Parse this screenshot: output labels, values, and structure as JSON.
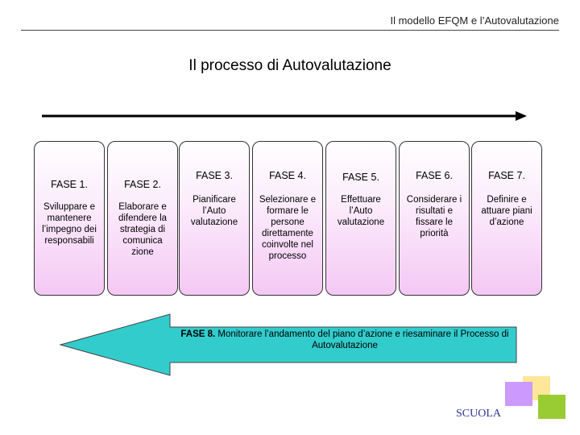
{
  "header": {
    "title": "Il modello EFQM e l’Autovalutazione"
  },
  "main_title": "Il processo di Autovalutazione",
  "phases": [
    {
      "title": "FASE 1.",
      "desc": "Sviluppare e mantenere l’impegno dei responsabili"
    },
    {
      "title": "FASE 2.",
      "desc": "Elaborare e difendere la strategia di comunica zione"
    },
    {
      "title": "FASE 3.",
      "desc": "Pianificare l’Auto valutazione"
    },
    {
      "title": "FASE 4.",
      "desc": "Selezionare e formare le persone direttamente coinvolte nel processo"
    },
    {
      "title": "FASE 5.",
      "desc": "Effettuare l’Auto valutazione"
    },
    {
      "title": "FASE 6.",
      "desc": "Considerare i risultati e fissare le priorità"
    },
    {
      "title": "FASE 7.",
      "desc": "Definire e attuare piani d’azione"
    }
  ],
  "fase8": {
    "label": "FASE 8.",
    "text": " Monitorare l’andamento del piano d’azione e riesaminare il Processo di Autovalutazione"
  },
  "logo": {
    "text": "SCUOLA"
  },
  "colors": {
    "back_arrow": "#33cccc",
    "phase_gradient_bottom": "#f4c8f4",
    "square_yellow": "#ffe699",
    "square_purple": "#cc99ff",
    "square_green": "#99cc33",
    "logo_text": "#333399"
  }
}
